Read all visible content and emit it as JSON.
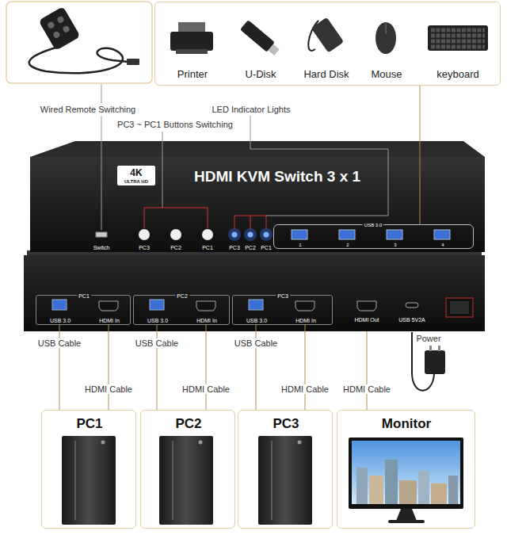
{
  "diagram": {
    "nodes": [
      {
        "text": [
          "Printer",
          "U-Disk",
          "Hard Disk",
          "Mouse",
          "keyboard"
        ]
      },
      {
        "text": [
          "HDMI KVM Switch 3 x 1",
          "Switch",
          "PC3",
          "PC2",
          "PC1",
          "PC3",
          "PC2",
          "PC1"
        ]
      },
      {
        "text": [
          "4K",
          "ULTRA HD"
        ],
        "in": 1
      },
      {
        "text": [
          "USB 3.0",
          "1",
          "2",
          "3",
          "4"
        ],
        "in": 1
      },
      {
        "text": [
          "HDMI Out",
          "USB 5V2A"
        ]
      },
      {
        "text": [
          "PC1",
          "USB 3.0",
          "HDMI In"
        ],
        "in": 4
      },
      {
        "text": [
          "PC2",
          "USB 3.0",
          "HDMI In"
        ],
        "in": 4
      },
      {
        "text": [
          "PC3",
          "USB 3.0",
          "HDMI In"
        ],
        "in": 4
      },
      {
        "text": [
          "PC1"
        ]
      },
      {
        "text": [
          "PC2"
        ]
      },
      {
        "text": [
          "PC3"
        ]
      },
      {
        "text": [
          "Monitor"
        ]
      }
    ],
    "edges": [
      {
        "from": 0,
        "to": 3,
        "arrow": "none"
      },
      {
        "from": 8,
        "to": 5,
        "label": "USB Cable",
        "arrow": "none"
      },
      {
        "from": 8,
        "to": 5,
        "label": "HDMI Cable",
        "arrow": "none"
      },
      {
        "from": 9,
        "to": 6,
        "label": "USB Cable",
        "arrow": "none"
      },
      {
        "from": 9,
        "to": 6,
        "label": "HDMI Cable",
        "arrow": "none"
      },
      {
        "from": 10,
        "to": 7,
        "label": "USB Cable",
        "arrow": "none"
      },
      {
        "from": 10,
        "to": 7,
        "label": "HDMI Cable",
        "arrow": "none"
      },
      {
        "from": 11,
        "to": 4,
        "label": "HDMI Cable",
        "arrow": "none"
      }
    ],
    "labels": [
      "Wired Remote Switching",
      "PC3 ~ PC1 Buttons Switching",
      "LED Indicator Lights",
      "Power"
    ]
  }
}
